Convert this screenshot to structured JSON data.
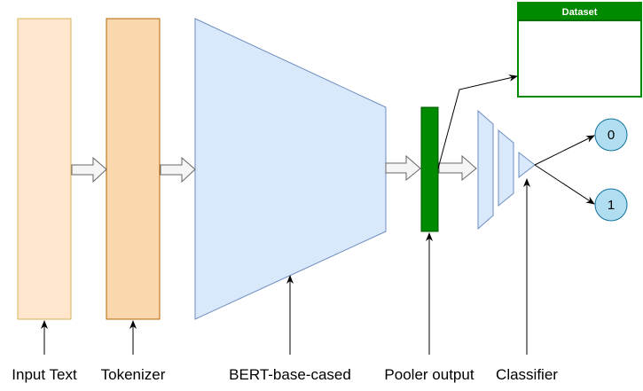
{
  "labels": {
    "input_text": "Input Text",
    "tokenizer": "Tokenizer",
    "bert": "BERT-base-cased",
    "pooler": "Pooler output",
    "classifier": "Classifier"
  },
  "dataset": {
    "title": "Dataset"
  },
  "outputs": {
    "class_0": "0",
    "class_1": "1"
  },
  "colors": {
    "input_fill": "#FFE6CC",
    "input_stroke": "#D6B656",
    "tokenizer_fill": "#FAD7AC",
    "tokenizer_stroke": "#B46504",
    "bert_fill": "#DAE8FC",
    "bert_stroke": "#6C8EBF",
    "pooler_fill": "#008A00",
    "pooler_stroke": "#005700",
    "output_node_fill": "#B1DDF0",
    "output_node_stroke": "#10739E",
    "flow_arrow_fill": "#F5F5F5",
    "flow_arrow_stroke": "#666666"
  }
}
